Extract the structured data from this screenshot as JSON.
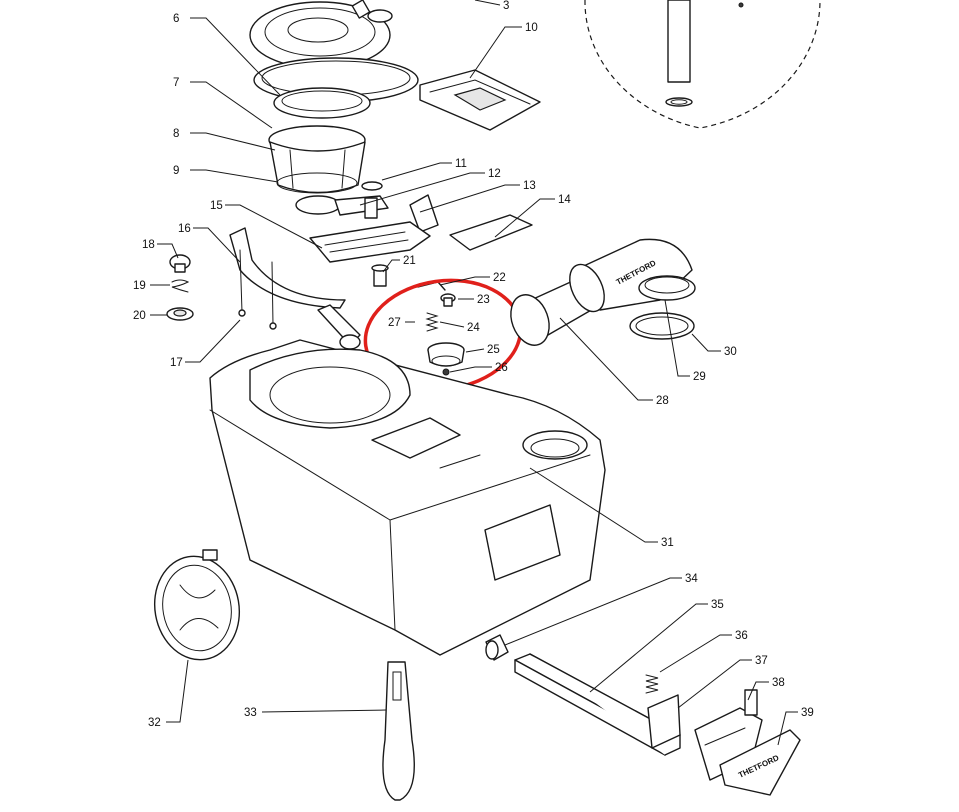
{
  "diagram": {
    "highlight_color": "#e0201b",
    "brand_logo_text": "THETFORD",
    "callouts": [
      {
        "id": "c3",
        "label": "3"
      },
      {
        "id": "c6",
        "label": "6"
      },
      {
        "id": "c7",
        "label": "7"
      },
      {
        "id": "c8",
        "label": "8"
      },
      {
        "id": "c9",
        "label": "9"
      },
      {
        "id": "c10",
        "label": "10"
      },
      {
        "id": "c11",
        "label": "11"
      },
      {
        "id": "c12",
        "label": "12"
      },
      {
        "id": "c13",
        "label": "13"
      },
      {
        "id": "c14",
        "label": "14"
      },
      {
        "id": "c15",
        "label": "15"
      },
      {
        "id": "c16",
        "label": "16"
      },
      {
        "id": "c17",
        "label": "17"
      },
      {
        "id": "c18",
        "label": "18"
      },
      {
        "id": "c19",
        "label": "19"
      },
      {
        "id": "c20",
        "label": "20"
      },
      {
        "id": "c21",
        "label": "21"
      },
      {
        "id": "c22",
        "label": "22"
      },
      {
        "id": "c23",
        "label": "23"
      },
      {
        "id": "c24",
        "label": "24"
      },
      {
        "id": "c25",
        "label": "25"
      },
      {
        "id": "c26",
        "label": "26"
      },
      {
        "id": "c27",
        "label": "27"
      },
      {
        "id": "c28",
        "label": "28"
      },
      {
        "id": "c29",
        "label": "29"
      },
      {
        "id": "c30",
        "label": "30"
      },
      {
        "id": "c31",
        "label": "31"
      },
      {
        "id": "c32",
        "label": "32"
      },
      {
        "id": "c33",
        "label": "33"
      },
      {
        "id": "c34",
        "label": "34"
      },
      {
        "id": "c35",
        "label": "35"
      },
      {
        "id": "c36",
        "label": "36"
      },
      {
        "id": "c37",
        "label": "37"
      },
      {
        "id": "c38",
        "label": "38"
      },
      {
        "id": "c39",
        "label": "39"
      }
    ]
  }
}
